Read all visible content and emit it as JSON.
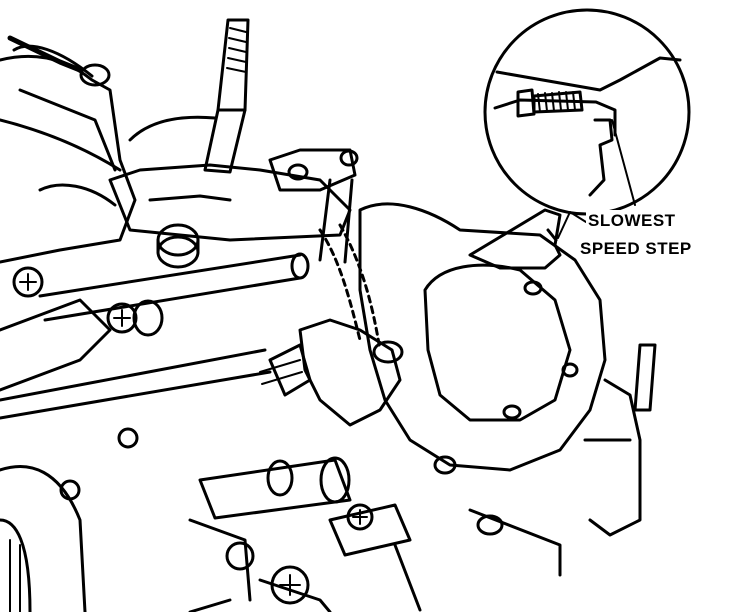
{
  "callout": {
    "line1": "SLOWEST",
    "line2": "SPEED STEP"
  },
  "colors": {
    "ink": "#000000",
    "paper": "#ffffff"
  },
  "icons": [
    "throttle-body-drawing",
    "detail-magnifier-circle",
    "leader-line"
  ]
}
